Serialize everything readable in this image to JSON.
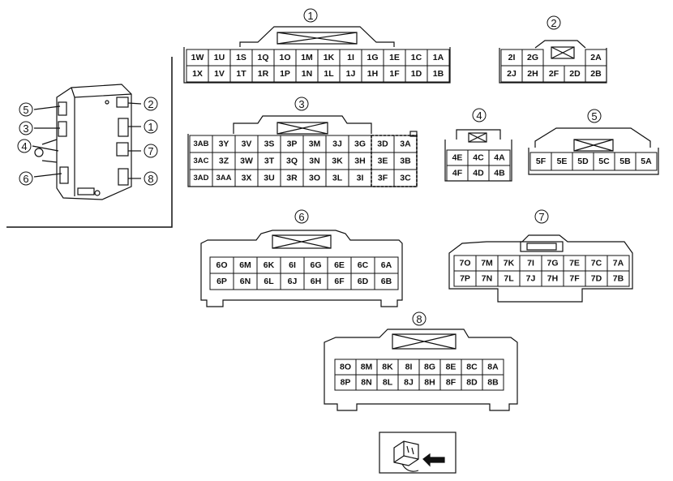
{
  "connectors": [
    {
      "id": "c1",
      "label": "1",
      "rows": [
        [
          "1W",
          "1U",
          "1S",
          "1Q",
          "1O",
          "1M",
          "1K",
          "1I",
          "1G",
          "1E",
          "1C",
          "1A"
        ],
        [
          "1X",
          "1V",
          "1T",
          "1R",
          "1P",
          "1N",
          "1L",
          "1J",
          "1H",
          "1F",
          "1D",
          "1B"
        ]
      ]
    },
    {
      "id": "c2",
      "label": "2",
      "rows": [
        [
          "2I",
          "2G",
          "",
          "",
          "2A"
        ],
        [
          "2J",
          "2H",
          "2F",
          "2D",
          "2B"
        ]
      ]
    },
    {
      "id": "c3",
      "label": "3",
      "rows": [
        [
          "3AB",
          "3Y",
          "3V",
          "3S",
          "3P",
          "3M",
          "3J",
          "3G",
          "3D",
          "3A"
        ],
        [
          "3AC",
          "3Z",
          "3W",
          "3T",
          "3Q",
          "3N",
          "3K",
          "3H",
          "3E",
          "3B"
        ],
        [
          "3AD",
          "3AA",
          "3X",
          "3U",
          "3R",
          "3O",
          "3L",
          "3I",
          "3F",
          "3C"
        ]
      ]
    },
    {
      "id": "c4",
      "label": "4",
      "rows": [
        [
          "4E",
          "4C",
          "4A"
        ],
        [
          "4F",
          "4D",
          "4B"
        ]
      ]
    },
    {
      "id": "c5",
      "label": "5",
      "rows": [
        [
          "5F",
          "5E",
          "5D",
          "5C",
          "5B",
          "5A"
        ]
      ]
    },
    {
      "id": "c6",
      "label": "6",
      "rows": [
        [
          "6O",
          "6M",
          "6K",
          "6I",
          "6G",
          "6E",
          "6C",
          "6A"
        ],
        [
          "6P",
          "6N",
          "6L",
          "6J",
          "6H",
          "6F",
          "6D",
          "6B"
        ]
      ]
    },
    {
      "id": "c7",
      "label": "7",
      "rows": [
        [
          "7O",
          "7M",
          "7K",
          "7I",
          "7G",
          "7E",
          "7C",
          "7A"
        ],
        [
          "7P",
          "7N",
          "7L",
          "7J",
          "7H",
          "7F",
          "7D",
          "7B"
        ]
      ]
    },
    {
      "id": "c8",
      "label": "8",
      "rows": [
        [
          "8O",
          "8M",
          "8K",
          "8I",
          "8G",
          "8E",
          "8C",
          "8A"
        ],
        [
          "8P",
          "8N",
          "8L",
          "8J",
          "8H",
          "8F",
          "8D",
          "8B"
        ]
      ]
    }
  ],
  "module_callouts": [
    "5",
    "3",
    "4",
    "6",
    "2",
    "1",
    "7",
    "8"
  ]
}
